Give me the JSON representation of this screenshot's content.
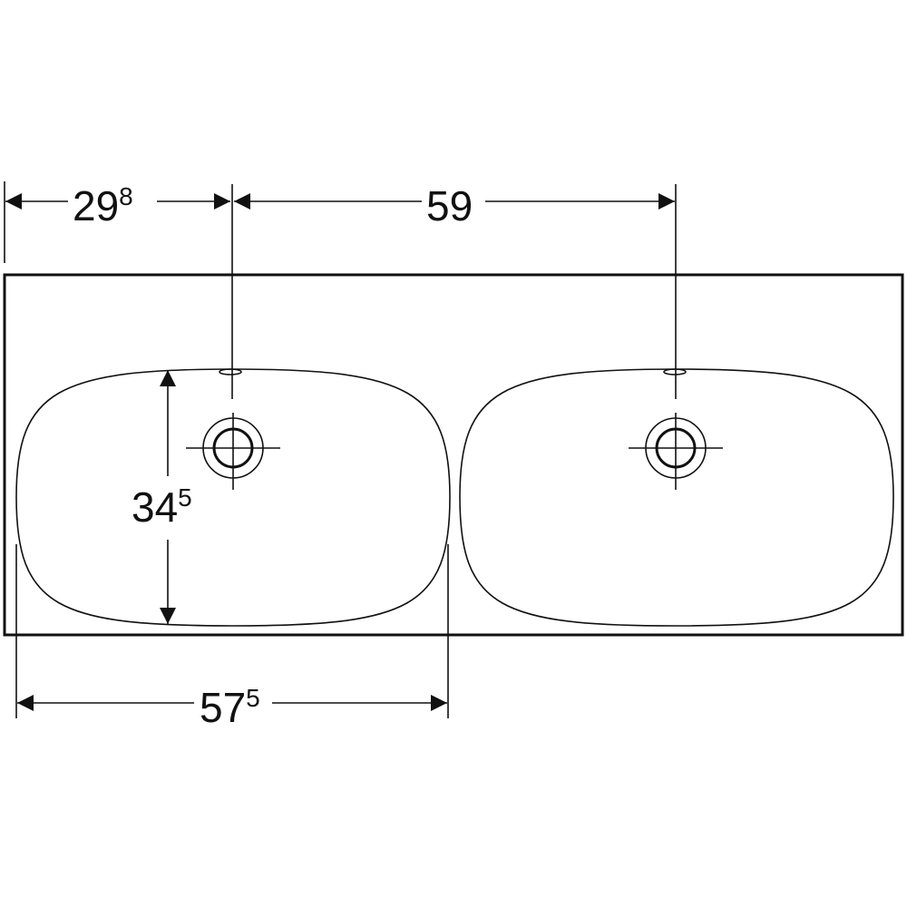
{
  "dimensions": {
    "left_offset": {
      "main": "29",
      "sup": "8"
    },
    "drain_spacing": {
      "main": "59",
      "sup": ""
    },
    "basin_depth": {
      "main": "34",
      "sup": "5"
    },
    "basin_width": {
      "main": "57",
      "sup": "5"
    }
  },
  "colors": {
    "line": "#111111",
    "background": "#ffffff"
  }
}
